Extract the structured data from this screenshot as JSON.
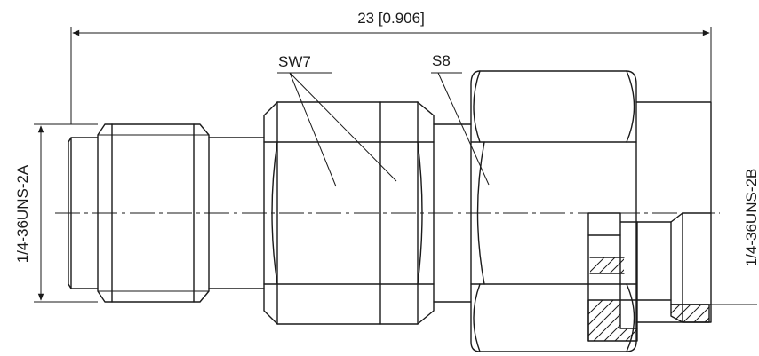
{
  "drawing": {
    "overall_dimension": "23 [0.906]",
    "wrench_label_1": "SW7",
    "wrench_label_2": "S8",
    "thread_left": "1/4-36UNS-2A",
    "thread_right": "1/4-36UNS-2B"
  }
}
